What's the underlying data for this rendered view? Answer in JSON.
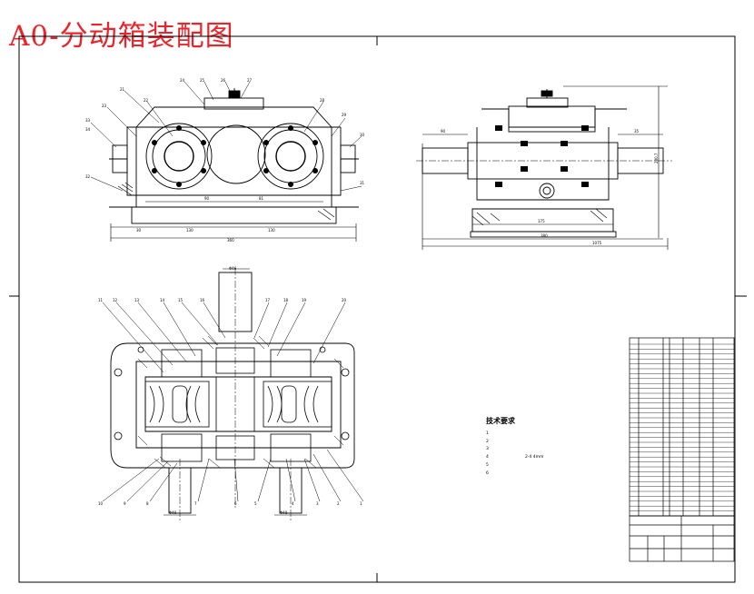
{
  "title": "A0-分动箱装配图",
  "colors": {
    "title": "#e8262c",
    "line": "#000000",
    "background": "#ffffff"
  },
  "notes": {
    "heading": "技术要求",
    "lines": [
      "1",
      "2",
      "3",
      "4",
      "5",
      "6"
    ],
    "dim_text": "2-4 4mm"
  },
  "top_view_dims": {
    "d1": "90",
    "d2": "81",
    "d3": "130",
    "d4": "130",
    "d5": "30",
    "overall": "360"
  },
  "side_view_dims": {
    "left": "90",
    "right": "35",
    "base": "175",
    "width": "380",
    "overall": "1075",
    "height": "280.7"
  },
  "section_view": {
    "top_label": "Φ46",
    "bottom_left": "Φ40",
    "bottom_right": "Φ40"
  },
  "balloons_top_view": [
    "21",
    "22",
    "23",
    "24",
    "25",
    "26",
    "27",
    "28",
    "29",
    "30",
    "31",
    "32",
    "33",
    "34"
  ],
  "balloons_section": [
    "11",
    "12",
    "13",
    "14",
    "15",
    "16",
    "17",
    "18",
    "19",
    "20",
    "1",
    "2",
    "3",
    "4",
    "5",
    "6",
    "7",
    "8",
    "9",
    "10"
  ]
}
